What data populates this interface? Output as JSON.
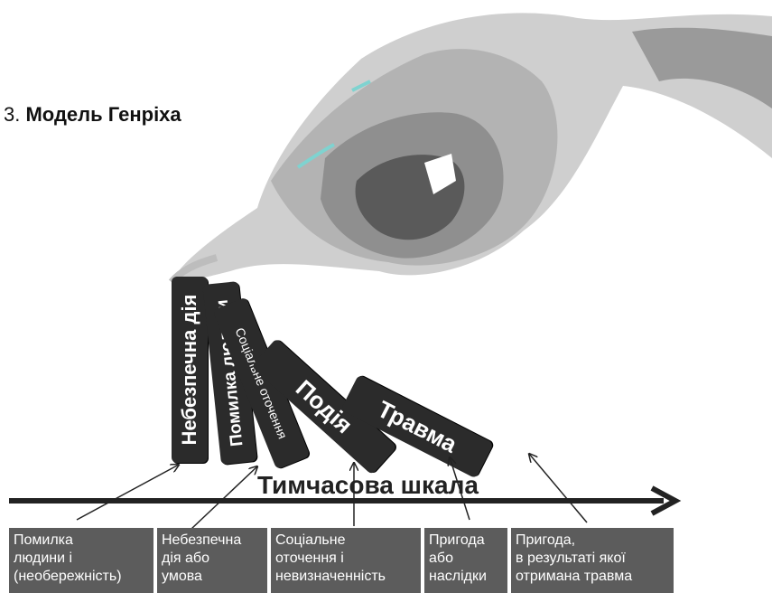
{
  "title": {
    "prefix": "3. ",
    "bold": "Модель Генріха"
  },
  "dominoes": [
    {
      "label": "Небезпечна дія"
    },
    {
      "label": "Помилка людини"
    },
    {
      "label": "Соціальне оточення"
    },
    {
      "label": "Подія"
    },
    {
      "label": "Травма"
    }
  ],
  "timeline": {
    "label": "Тимчасова шкала"
  },
  "captions": [
    {
      "text": "Помилка\nлюдини і\n(необережність)"
    },
    {
      "text": "Небезпечна\nдія або\nумова"
    },
    {
      "text": "Соціальне\nоточення і\nневизначенність"
    },
    {
      "text": "Пригода\nабо\nнаслідки"
    },
    {
      "text": "Пригода,\nв результаті якої\nотримана травма"
    }
  ],
  "colors": {
    "domino": "#2b2b2b",
    "caption_bg": "#5c5c5c",
    "arrow": "#222222",
    "hand_light": "#cfcfcf",
    "hand_mid": "#9a9a9a",
    "hand_dark": "#555555"
  },
  "image": {
    "hand": "pointing-hand"
  }
}
